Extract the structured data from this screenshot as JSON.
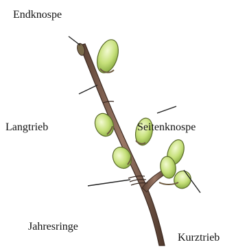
{
  "labels": {
    "endknospe": "Endknospe",
    "langtrieb": "Langtrieb",
    "seitenknospe": "Seitenknospe",
    "jahresringe": "Jahresringe",
    "kurztrieb": "Kurztrieb"
  },
  "colors": {
    "branch": "#8c6a56",
    "branch_dark": "#4e382c",
    "bud_fill": "#c6e07a",
    "bud_highlight": "#eef7c4",
    "bud_scale": "#6d5a3f",
    "leader_line": "#222222"
  }
}
